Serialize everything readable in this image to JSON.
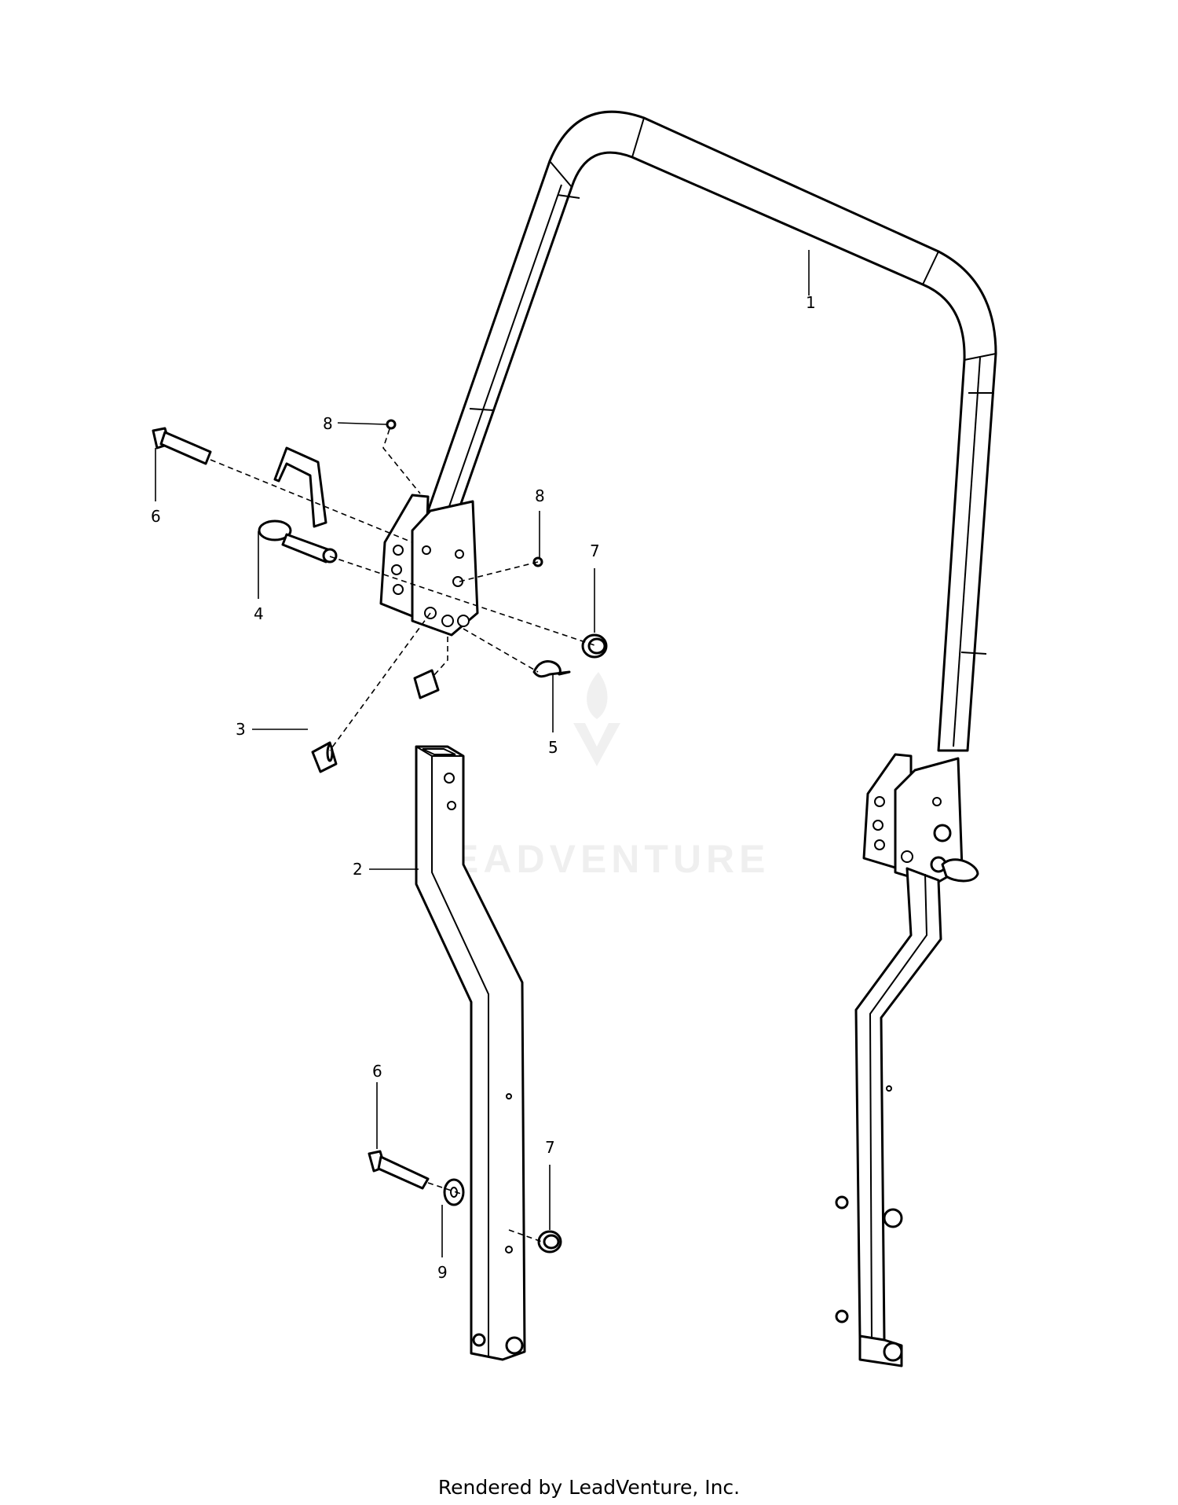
{
  "watermark": {
    "text": "LEADVENTURE"
  },
  "callouts": [
    {
      "id": "c1",
      "label": "1"
    },
    {
      "id": "c2",
      "label": "2"
    },
    {
      "id": "c3",
      "label": "3"
    },
    {
      "id": "c4",
      "label": "4"
    },
    {
      "id": "c5",
      "label": "5"
    },
    {
      "id": "c6a",
      "label": "6"
    },
    {
      "id": "c6b",
      "label": "6"
    },
    {
      "id": "c7a",
      "label": "7"
    },
    {
      "id": "c7b",
      "label": "7"
    },
    {
      "id": "c8a",
      "label": "8"
    },
    {
      "id": "c8b",
      "label": "8"
    },
    {
      "id": "c9",
      "label": "9"
    }
  ],
  "footer": {
    "text": "Rendered by LeadVenture, Inc."
  }
}
